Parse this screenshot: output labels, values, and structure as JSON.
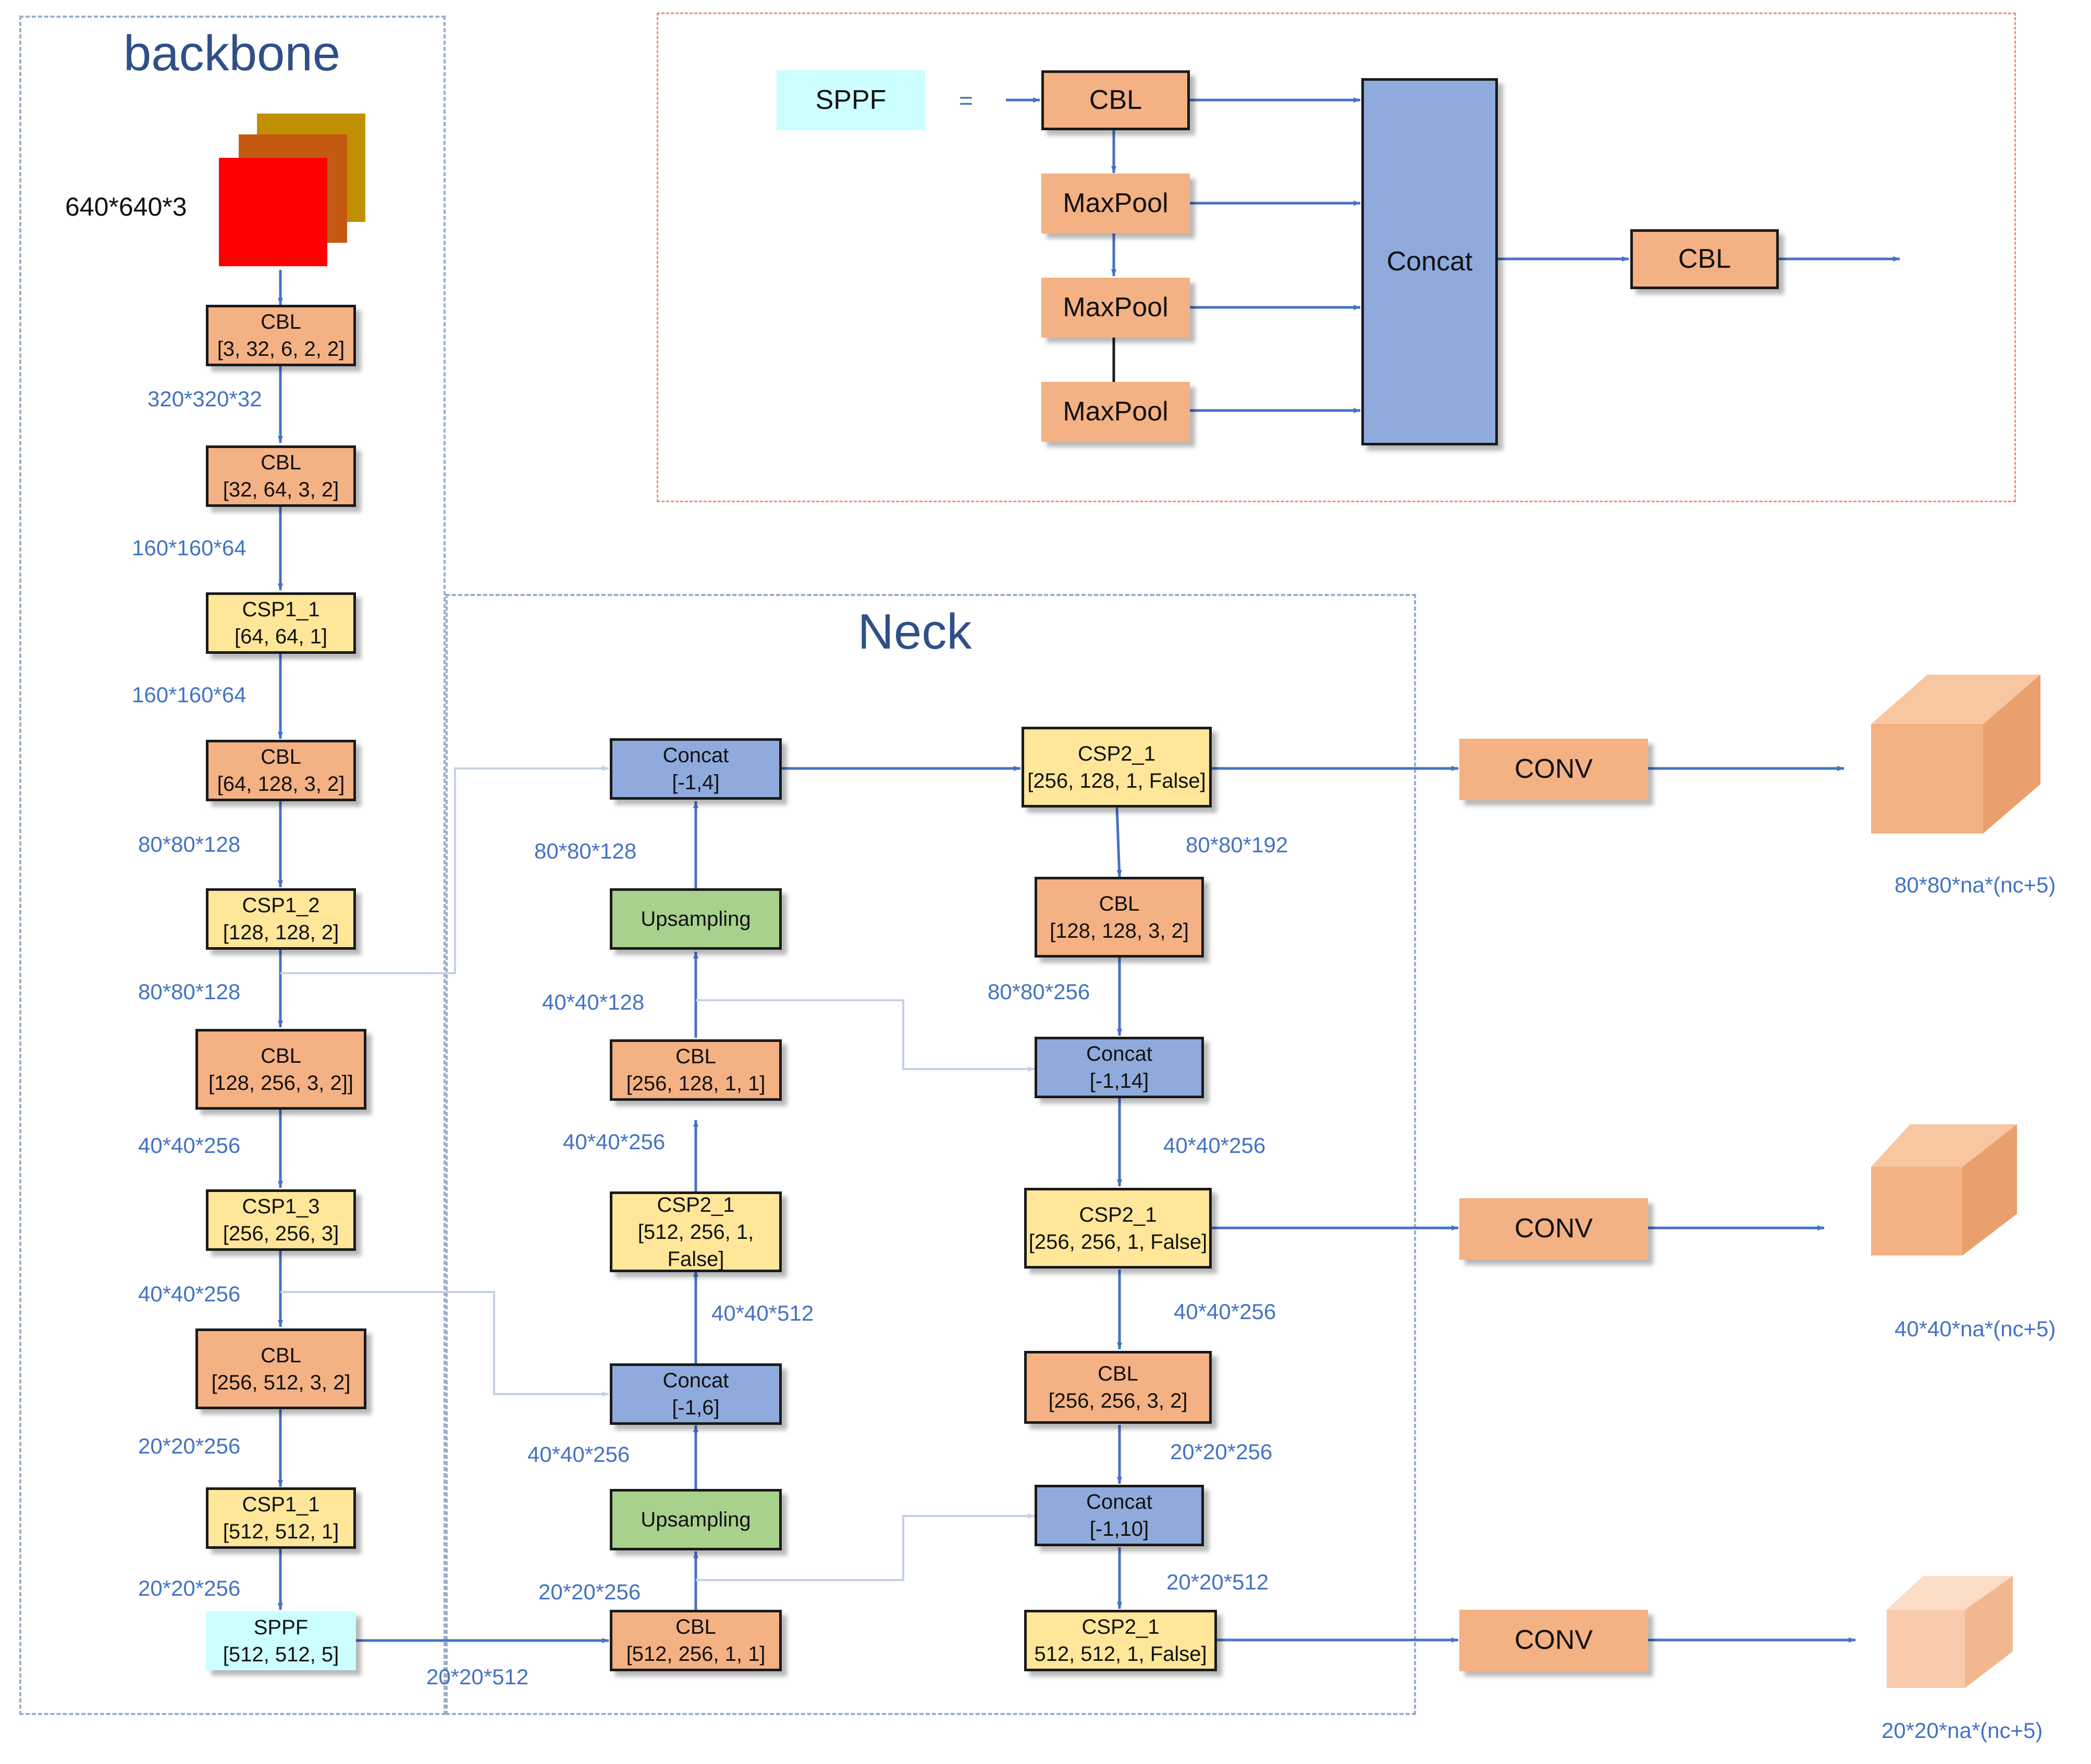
{
  "backbone": {
    "title": "backbone",
    "input_label": "640*640*3",
    "blocks": [
      {
        "name": "CBL",
        "params": "[3, 32, 6, 2, 2]"
      },
      {
        "name": "CBL",
        "params": "[32, 64, 3, 2]"
      },
      {
        "name": "CSP1_1",
        "params": "[64, 64, 1]"
      },
      {
        "name": "CBL",
        "params": "[64, 128, 3, 2]"
      },
      {
        "name": "CSP1_2",
        "params": "[128, 128, 2]"
      },
      {
        "name": "CBL",
        "params": "[128, 256, 3, 2]]"
      },
      {
        "name": "CSP1_3",
        "params": "[256, 256, 3]"
      },
      {
        "name": "CBL",
        "params": "[256, 512, 3, 2]"
      },
      {
        "name": "CSP1_1",
        "params": "[512, 512, 1]"
      },
      {
        "name": "SPPF",
        "params": "[512, 512, 5]"
      }
    ],
    "dims": [
      "320*320*32",
      "160*160*64",
      "160*160*64",
      "80*80*128",
      "80*80*128",
      "40*40*256",
      "40*40*256",
      "20*20*256",
      "20*20*256"
    ]
  },
  "sppf_detail": {
    "label": "SPPF",
    "equals": "=",
    "cbl_in": "CBL",
    "maxpool": [
      "MaxPool",
      "MaxPool",
      "MaxPool"
    ],
    "concat": "Concat",
    "cbl_out": "CBL"
  },
  "neck": {
    "title": "Neck",
    "left_col": [
      {
        "name": "Concat",
        "params": "[-1,4]"
      },
      {
        "name": "Upsampling",
        "params": ""
      },
      {
        "name": "CBL",
        "params": "[256, 128, 1, 1]"
      },
      {
        "name": "CSP2_1",
        "params": "[512, 256, 1,",
        "params2": "False]"
      },
      {
        "name": "Concat",
        "params": "[-1,6]"
      },
      {
        "name": "Upsampling",
        "params": ""
      },
      {
        "name": "CBL",
        "params": "[512, 256, 1, 1]"
      }
    ],
    "left_dims": [
      "80*80*128",
      "40*40*128",
      "40*40*256",
      "40*40*512",
      "40*40*256",
      "20*20*256"
    ],
    "sppf_out_dim": "20*20*512",
    "right_col": [
      {
        "name": "CSP2_1",
        "params": "[256, 128, 1, False]"
      },
      {
        "name": "CBL",
        "params": "[128, 128, 3, 2]"
      },
      {
        "name": "Concat",
        "params": "[-1,14]"
      },
      {
        "name": "CSP2_1",
        "params": "[256, 256, 1, False]"
      },
      {
        "name": "CBL",
        "params": "[256, 256, 3, 2]"
      },
      {
        "name": "Concat",
        "params": "[-1,10]"
      },
      {
        "name": "CSP2_1",
        "params": "512, 512, 1, False]"
      }
    ],
    "right_dims": [
      "80*80*192",
      "80*80*256",
      "40*40*256",
      "40*40*256",
      "20*20*256",
      "20*20*512"
    ]
  },
  "head": {
    "conv_label": "CONV",
    "outputs": [
      "80*80*na*(nc+5)",
      "40*40*na*(nc+5)",
      "20*20*na*(nc+5)"
    ]
  },
  "colors": {
    "cbl": "#f4b183",
    "csp": "#ffe699",
    "concat": "#8faadc",
    "upsampling": "#a9d18e",
    "sppf": "#ccffff",
    "arrow": "#4472c4",
    "dim_text": "#4472c4"
  }
}
